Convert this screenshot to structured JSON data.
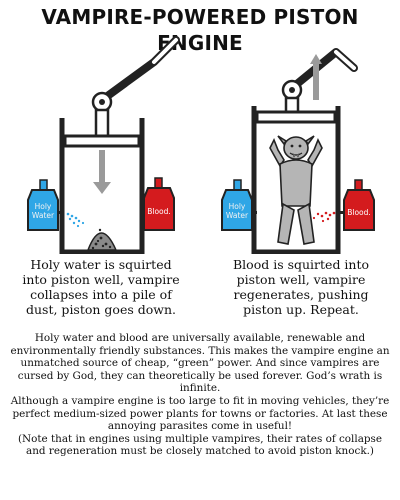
{
  "title": "VAMPIRE-POWERED PISTON ENGINE",
  "colors": {
    "holy_water_bottle": "#2fa6e6",
    "blood_bottle": "#d41b1e",
    "outline": "#222222",
    "vampire_skin": "#b5b5b5",
    "arrow": "#9a9a9a",
    "holy_water_label": "#f2f2f2",
    "blood_label": "#ffffff"
  },
  "panels": {
    "left": {
      "bottle_left_label": [
        "Holy",
        "Water"
      ],
      "bottle_right_label": "Blood.",
      "caption": [
        "Holy water is squirted",
        "into piston well, vampire",
        "collapses into a pile of",
        "dust, piston goes down."
      ]
    },
    "right": {
      "bottle_left_label": [
        "Holy",
        "Water"
      ],
      "bottle_right_label": "Blood.",
      "caption": [
        "Blood is squirted into",
        "piston well, vampire",
        "regenerates, pushing",
        "piston up. Repeat."
      ]
    }
  },
  "body_paragraphs": [
    "Holy water and blood are universally available, renewable and environmentally friendly substances. This makes the vampire engine an unmatched source of cheap, “green” power. And since vampires are cursed by God, they can theoretically be used forever. God’s wrath is infinite.",
    "Although a vampire engine is too large to fit in moving vehicles, they’re perfect medium-sized power plants for towns or factories. At last these annoying parasites come in useful!",
    "(Note that in engines using multiple vampires, their rates of collapse and regeneration must be closely matched to avoid piston knock.)"
  ]
}
